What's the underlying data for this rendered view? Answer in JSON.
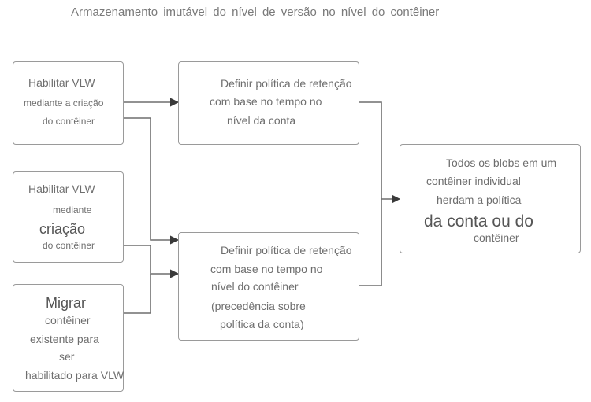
{
  "title": "Armazenamento imutável do nível de versão no nível do contêiner",
  "boxes": {
    "enable_creation": {
      "line1": "Habilitar VLW",
      "line2": "mediante a criação",
      "line3": "do contêiner"
    },
    "enable_creation_2": {
      "line1": "Habilitar VLW",
      "line2": "mediante",
      "line3": "criação",
      "line4": "do contêiner"
    },
    "migrate": {
      "line1": "Migrar",
      "line2": "contêiner",
      "line3": "existente para",
      "line4": "ser",
      "line5": "habilitado para VLW"
    },
    "account_policy": {
      "line1": "Definir política de retenção",
      "line2": "com base no tempo no",
      "line3": "nível da conta"
    },
    "container_policy": {
      "line1": "Definir política de retenção",
      "line2": "com base no tempo no",
      "line3": "nível do contêiner",
      "line4": "(precedência sobre",
      "line5": "política da conta)"
    },
    "result": {
      "line1": "Todos os blobs em um",
      "line2": "contêiner individual",
      "line3": "herdam a política",
      "line4": "da conta ou do",
      "line5": "contêiner"
    }
  },
  "colors": {
    "box_border": "#9a9a9a",
    "arrow_line": "#6f6f6f",
    "arrow_head": "#3a3a3a",
    "text": "#6e6e6e"
  }
}
